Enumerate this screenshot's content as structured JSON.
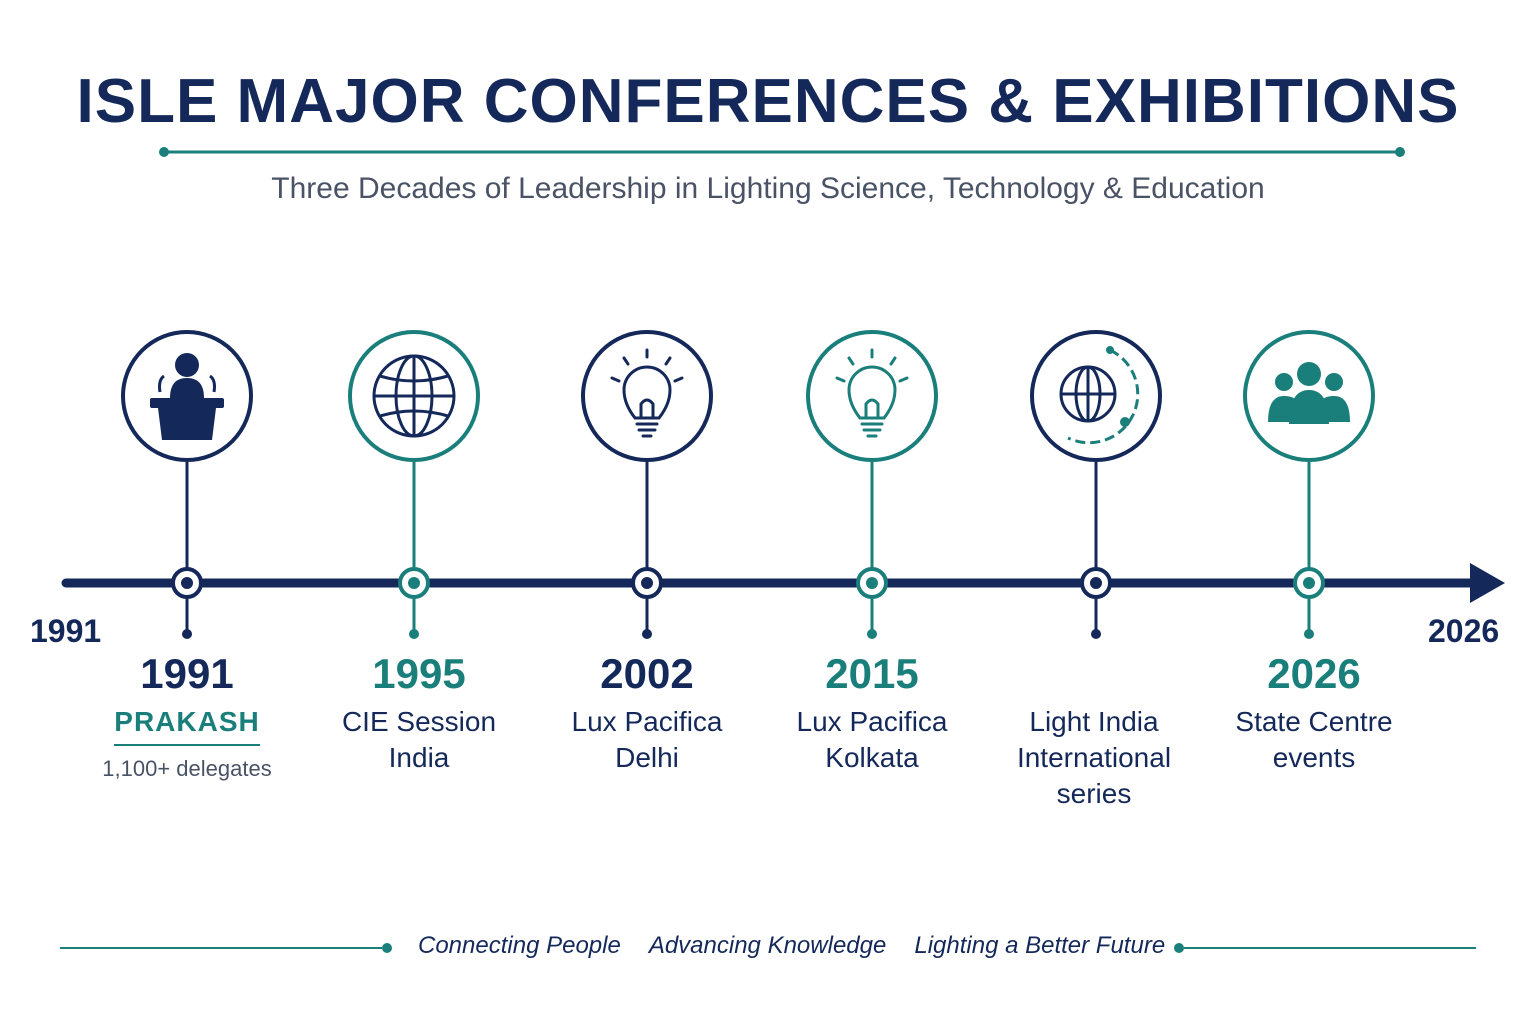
{
  "title": "ISLE MAJOR CONFERENCES & EXHIBITIONS",
  "subtitle": "Three Decades of Leadership in Lighting Science, Technology & Education",
  "timeline": {
    "start_label": "1991",
    "end_label": "2026",
    "events": [
      {
        "year": "1991",
        "name": "PRAKASH",
        "detail": "1,100+ delegates",
        "icon": "podium-speaker-icon",
        "accent": "#14285a"
      },
      {
        "year": "1995",
        "name": "CIE Session\nIndia",
        "detail": "",
        "icon": "globe-icon",
        "accent": "#1a7f7b"
      },
      {
        "year": "2002",
        "name": "Lux Pacifica\nDelhi",
        "detail": "",
        "icon": "lightbulb-icon",
        "accent": "#14285a"
      },
      {
        "year": "2015",
        "name": "Lux Pacifica\nKolkata",
        "detail": "",
        "icon": "lightbulb-icon",
        "accent": "#1a7f7b"
      },
      {
        "year": "",
        "name": "Light India\nInternational\nseries",
        "detail": "",
        "icon": "globe-orbit-icon",
        "accent": "#14285a"
      },
      {
        "year": "2026",
        "name": "State Centre\nevents",
        "detail": "",
        "icon": "people-group-icon",
        "accent": "#1a7f7b"
      }
    ]
  },
  "footer": {
    "items": [
      "Connecting People",
      "Advancing Knowledge",
      "Lighting a Better Future"
    ]
  },
  "colors": {
    "navy": "#14285a",
    "teal": "#1a7f7b"
  }
}
